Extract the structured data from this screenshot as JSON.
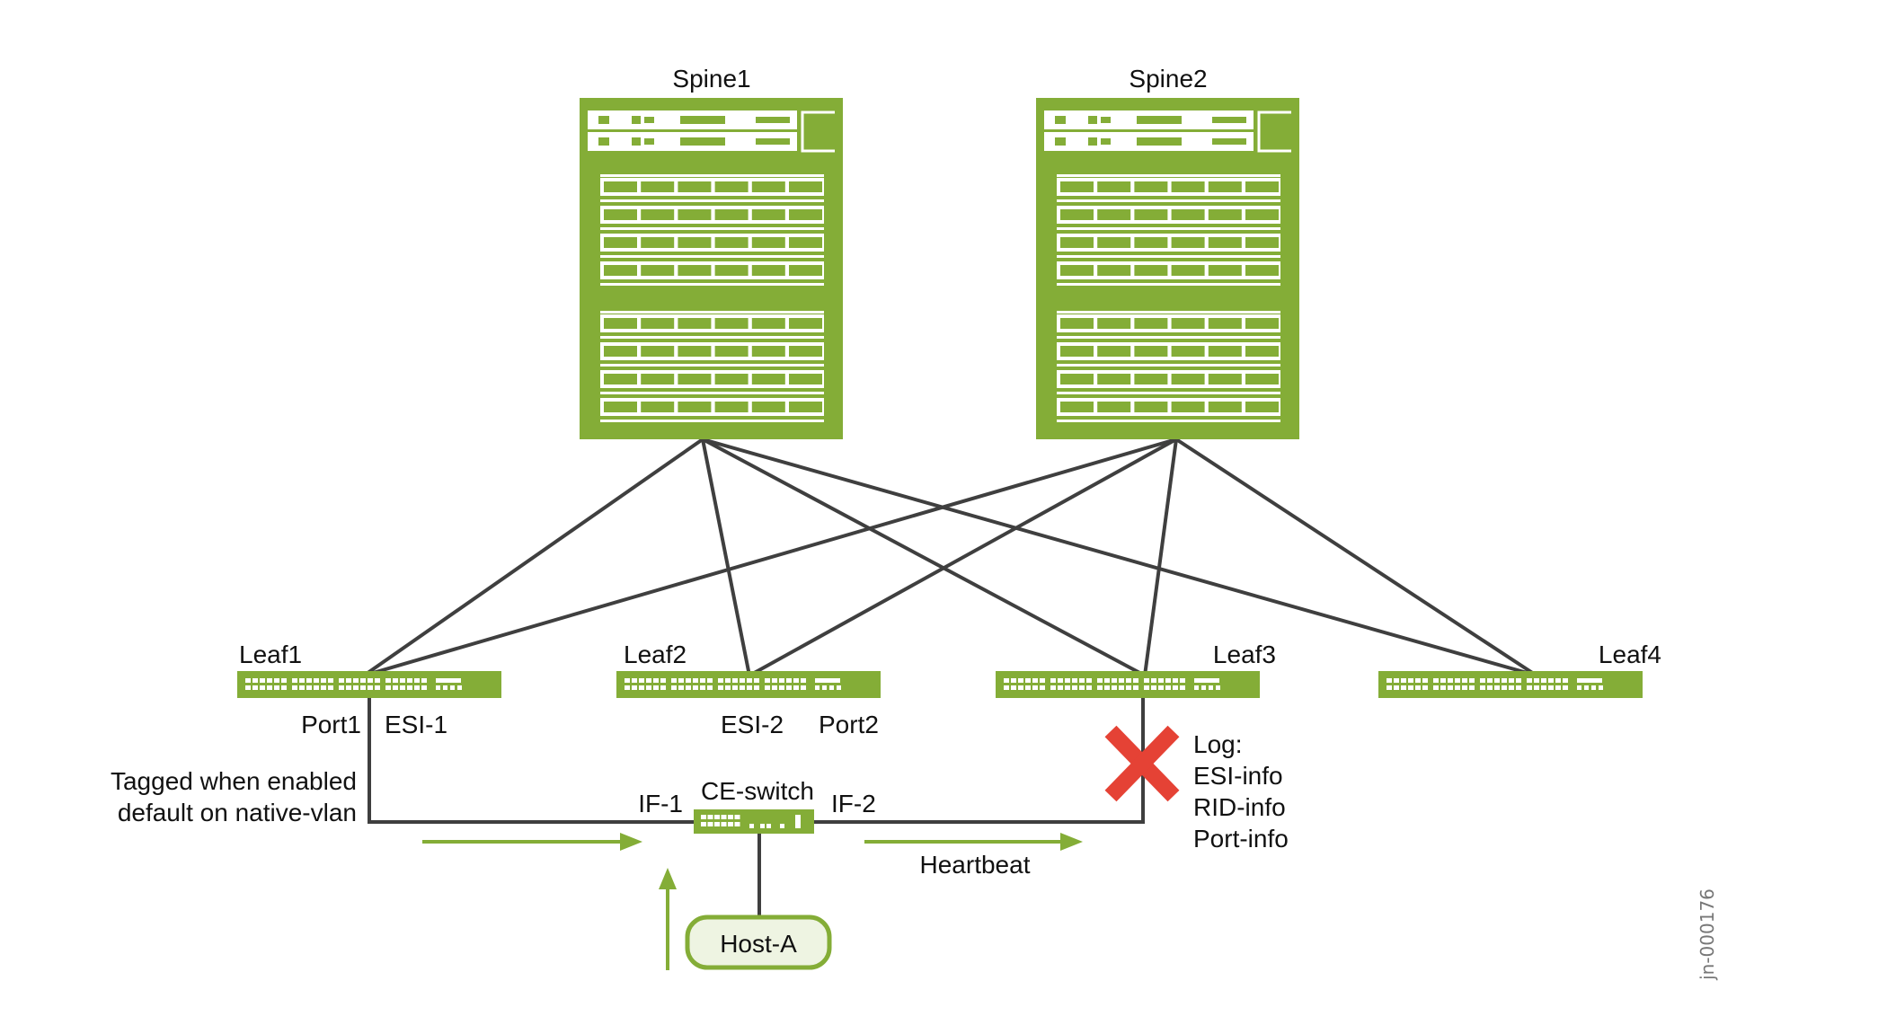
{
  "colors": {
    "device_green": "#84ad37",
    "device_white": "#ffffff",
    "link": "#3f3f3f",
    "arrow_green": "#84ad37",
    "failure_red": "#e54235",
    "host_fill": "#eef4e2",
    "host_border": "#84ad37",
    "text": "#111111",
    "doc_id": "#777777"
  },
  "spines": [
    {
      "id": "spine1",
      "label": "Spine1"
    },
    {
      "id": "spine2",
      "label": "Spine2"
    }
  ],
  "leaves": [
    {
      "id": "leaf1",
      "label": "Leaf1"
    },
    {
      "id": "leaf2",
      "label": "Leaf2"
    },
    {
      "id": "leaf3",
      "label": "Leaf3"
    },
    {
      "id": "leaf4",
      "label": "Leaf4"
    }
  ],
  "links": [
    {
      "from": "spine1",
      "to": "leaf1"
    },
    {
      "from": "spine1",
      "to": "leaf2"
    },
    {
      "from": "spine1",
      "to": "leaf3"
    },
    {
      "from": "spine1",
      "to": "leaf4"
    },
    {
      "from": "spine2",
      "to": "leaf1"
    },
    {
      "from": "spine2",
      "to": "leaf2"
    },
    {
      "from": "spine2",
      "to": "leaf3"
    },
    {
      "from": "spine2",
      "to": "leaf4"
    }
  ],
  "port_labels": {
    "leaf1_port": "Port1",
    "leaf1_esi": "ESI-1",
    "leaf2_esi": "ESI-2",
    "leaf2_port": "Port2"
  },
  "annotation": {
    "line1": "Tagged when enabled",
    "line2": "default on native-vlan"
  },
  "ce_switch": {
    "label": "CE-switch",
    "if1": "IF-1",
    "if2": "IF-2"
  },
  "host": {
    "label": "Host-A"
  },
  "heartbeat_label": "Heartbeat",
  "failure": {
    "icon": "red-x-icon",
    "log_lines": [
      "Log:",
      "ESI-info",
      "RID-info",
      "Port-info"
    ]
  },
  "doc_id": "jn-000176"
}
